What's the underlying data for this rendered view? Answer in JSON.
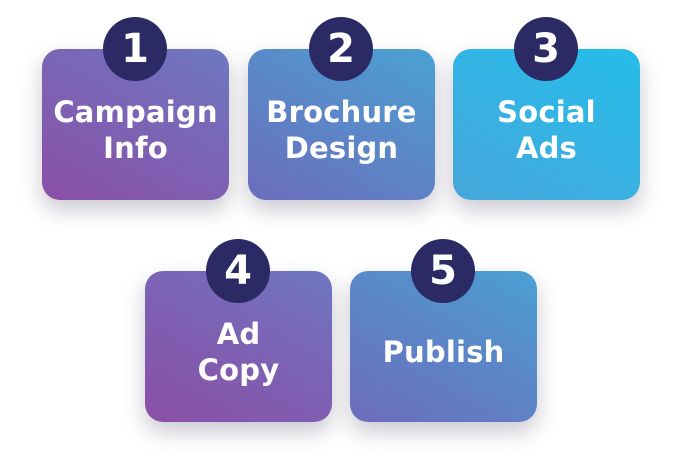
{
  "steps": [
    {
      "number": "1",
      "label_lines": [
        "Campaign",
        "Info"
      ]
    },
    {
      "number": "2",
      "label_lines": [
        "Brochure",
        "Design"
      ]
    },
    {
      "number": "3",
      "label_lines": [
        "Social",
        "Ads"
      ]
    },
    {
      "number": "4",
      "label_lines": [
        "Ad",
        "Copy"
      ]
    },
    {
      "number": "5",
      "label_lines": [
        "Publish"
      ]
    }
  ],
  "colors": {
    "badge": "#2b2a64",
    "purple": "#8a4fa6",
    "blue": "#5a89c8",
    "cyan": "#25bdea",
    "text": "#ffffff"
  }
}
